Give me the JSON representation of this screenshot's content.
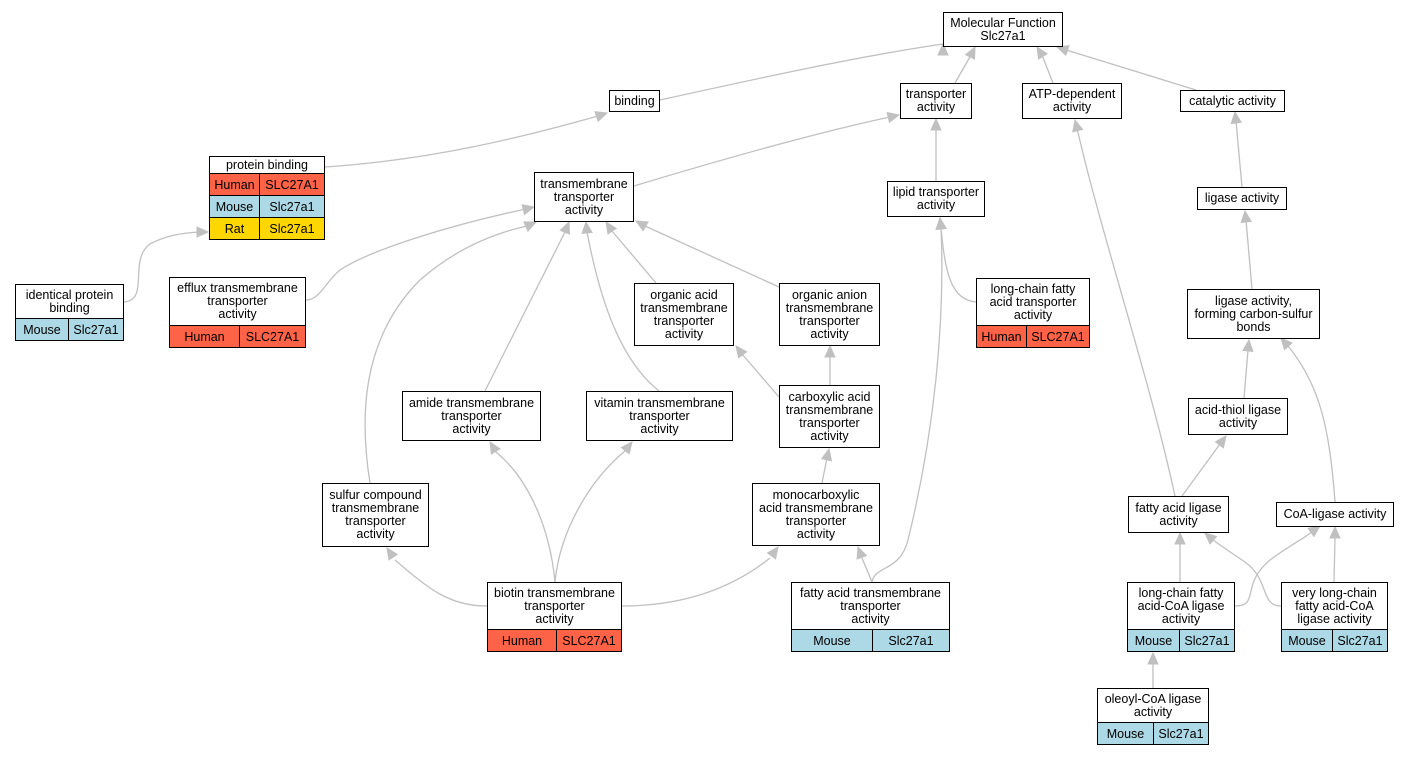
{
  "diagram": {
    "root": {
      "line1": "Molecular Function",
      "line2": "Slc27a1"
    },
    "nodes": {
      "binding": [
        "binding"
      ],
      "transporter_activity": [
        "transporter",
        "activity"
      ],
      "atp_dependent_activity": [
        "ATP-dependent",
        "activity"
      ],
      "catalytic_activity": [
        "catalytic activity"
      ],
      "protein_binding": [
        "protein binding"
      ],
      "transmembrane_transporter_activity": [
        "transmembrane",
        "transporter",
        "activity"
      ],
      "lipid_transporter_activity": [
        "lipid transporter",
        "activity"
      ],
      "ligase_activity": [
        "ligase activity"
      ],
      "identical_protein_binding": [
        "identical protein",
        "binding"
      ],
      "efflux_transmembrane_transporter_activity": [
        "efflux transmembrane",
        "transporter",
        "activity"
      ],
      "organic_acid_transmembrane_transporter_activity": [
        "organic acid",
        "transmembrane",
        "transporter",
        "activity"
      ],
      "organic_anion_transmembrane_transporter_activity": [
        "organic anion",
        "transmembrane",
        "transporter",
        "activity"
      ],
      "long_chain_fatty_acid_transporter_activity": [
        "long-chain fatty",
        "acid transporter",
        "activity"
      ],
      "ligase_activity_forming_carbon_sulfur_bonds": [
        "ligase activity,",
        "forming carbon-sulfur",
        "bonds"
      ],
      "amide_transmembrane_transporter_activity": [
        "amide transmembrane",
        "transporter",
        "activity"
      ],
      "vitamin_transmembrane_transporter_activity": [
        "vitamin transmembrane",
        "transporter",
        "activity"
      ],
      "carboxylic_acid_transmembrane_transporter_activity": [
        "carboxylic acid",
        "transmembrane",
        "transporter",
        "activity"
      ],
      "acid_thiol_ligase_activity": [
        "acid-thiol ligase",
        "activity"
      ],
      "sulfur_compound_transmembrane_transporter_activity": [
        "sulfur compound",
        "transmembrane",
        "transporter",
        "activity"
      ],
      "monocarboxylic_acid_transmembrane_transporter_activity": [
        "monocarboxylic",
        "acid transmembrane",
        "transporter",
        "activity"
      ],
      "fatty_acid_ligase_activity": [
        "fatty acid ligase",
        "activity"
      ],
      "coa_ligase_activity": [
        "CoA-ligase activity"
      ],
      "biotin_transmembrane_transporter_activity": [
        "biotin transmembrane",
        "transporter",
        "activity"
      ],
      "fatty_acid_transmembrane_transporter_activity": [
        "fatty acid transmembrane",
        "transporter",
        "activity"
      ],
      "long_chain_fatty_acid_coa_ligase_activity": [
        "long-chain fatty",
        "acid-CoA ligase",
        "activity"
      ],
      "very_long_chain_fatty_acid_coa_ligase_activity": [
        "very long-chain",
        "fatty acid-CoA",
        "ligase activity"
      ],
      "oleoyl_coa_ligase_activity": [
        "oleoyl-CoA ligase",
        "activity"
      ]
    },
    "annotations": {
      "protein_binding": [
        [
          "Human",
          "SLC27A1"
        ],
        [
          "Mouse",
          "Slc27a1"
        ],
        [
          "Rat",
          "Slc27a1"
        ]
      ],
      "identical_protein_binding": [
        [
          "Mouse",
          "Slc27a1"
        ]
      ],
      "efflux_transmembrane_transporter_activity": [
        [
          "Human",
          "SLC27A1"
        ]
      ],
      "long_chain_fatty_acid_transporter_activity": [
        [
          "Human",
          "SLC27A1"
        ]
      ],
      "biotin_transmembrane_transporter_activity": [
        [
          "Human",
          "SLC27A1"
        ]
      ],
      "fatty_acid_transmembrane_transporter_activity": [
        [
          "Mouse",
          "Slc27a1"
        ]
      ],
      "long_chain_fatty_acid_coa_ligase_activity": [
        [
          "Mouse",
          "Slc27a1"
        ]
      ],
      "very_long_chain_fatty_acid_coa_ligase_activity": [
        [
          "Mouse",
          "Slc27a1"
        ]
      ],
      "oleoyl_coa_ligase_activity": [
        [
          "Mouse",
          "Slc27a1"
        ]
      ]
    },
    "species_colors": {
      "Human": "#ff6347",
      "Mouse": "#add8e6",
      "Rat": "#ffd700"
    },
    "edge_color": "#c0c0c0"
  }
}
